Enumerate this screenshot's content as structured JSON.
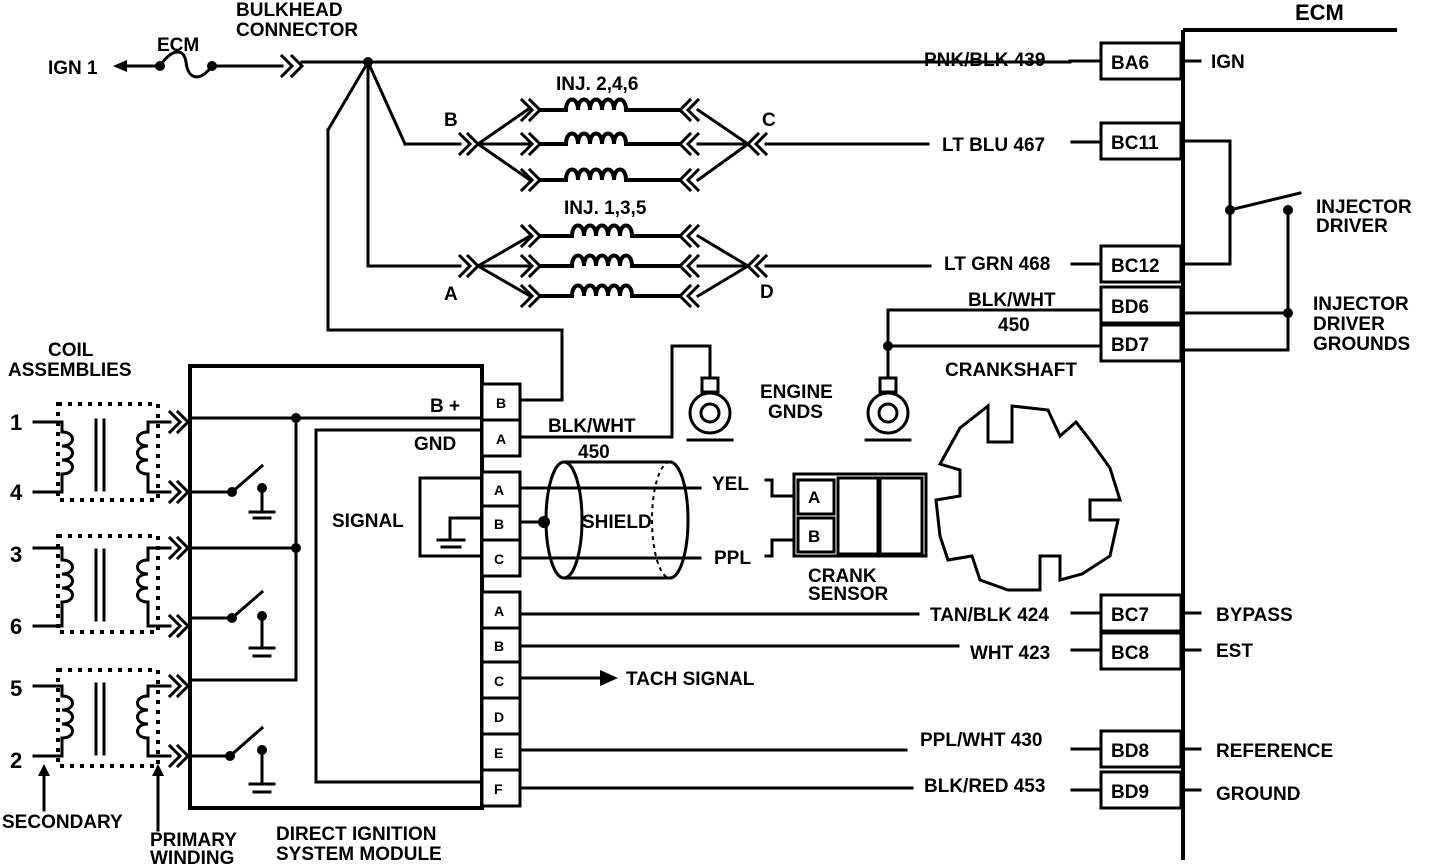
{
  "ecm": {
    "title": "ECM",
    "pins": [
      {
        "id": "BA6",
        "wire": "PNK/BLK 439",
        "func": "IGN"
      },
      {
        "id": "BC11",
        "wire": "LT BLU 467",
        "func": ""
      },
      {
        "id": "BC12",
        "wire": "LT GRN 468",
        "func": ""
      },
      {
        "id": "BD6",
        "wire": "BLK/WHT",
        "func": ""
      },
      {
        "id": "BD7",
        "wire": "450",
        "func": ""
      },
      {
        "id": "BC7",
        "wire": "TAN/BLK 424",
        "func": "BYPASS"
      },
      {
        "id": "BC8",
        "wire": "WHT 423",
        "func": "EST"
      },
      {
        "id": "BD8",
        "wire": "PPL/WHT 430",
        "func": "REFERENCE"
      },
      {
        "id": "BD9",
        "wire": "BLK/RED 453",
        "func": "GROUND"
      }
    ],
    "injector_driver": [
      "INJECTOR",
      "DRIVER"
    ],
    "injector_driver_grounds": [
      "INJECTOR",
      "DRIVER",
      "GROUNDS"
    ]
  },
  "ign": {
    "label": "IGN 1",
    "fuse": "ECM",
    "bulkhead": [
      "BULKHEAD",
      "CONNECTOR"
    ]
  },
  "injectors": {
    "bank1": {
      "label": "INJ. 2,4,6",
      "left": "B",
      "right": "C"
    },
    "bank2": {
      "label": "INJ. 1,3,5",
      "left": "A",
      "right": "D"
    }
  },
  "coils": {
    "title": [
      "COIL",
      "ASSEMBLIES"
    ],
    "numbers": [
      "1",
      "4",
      "3",
      "6",
      "5",
      "2"
    ],
    "secondary": "SECONDARY",
    "primary": [
      "PRIMARY",
      "WINDING"
    ]
  },
  "module": {
    "title": [
      "DIRECT IGNITION",
      "SYSTEM MODULE"
    ],
    "bplus": "B +",
    "gnd": "GND",
    "signal": "SIGNAL",
    "conn1": [
      "B",
      "A"
    ],
    "conn2": [
      "A",
      "B",
      "C"
    ],
    "conn3": [
      "A",
      "B",
      "C",
      "D",
      "E",
      "F"
    ],
    "tach": "TACH SIGNAL"
  },
  "sensor": {
    "blkwht": [
      "BLK/WHT",
      "450"
    ],
    "shield": "SHIELD",
    "yel": "YEL",
    "ppl": "PPL",
    "pins": [
      "A",
      "B"
    ],
    "title": [
      "CRANK",
      "SENSOR"
    ],
    "engine_gnds": [
      "ENGINE",
      "GNDS"
    ],
    "crankshaft": "CRANKSHAFT"
  }
}
